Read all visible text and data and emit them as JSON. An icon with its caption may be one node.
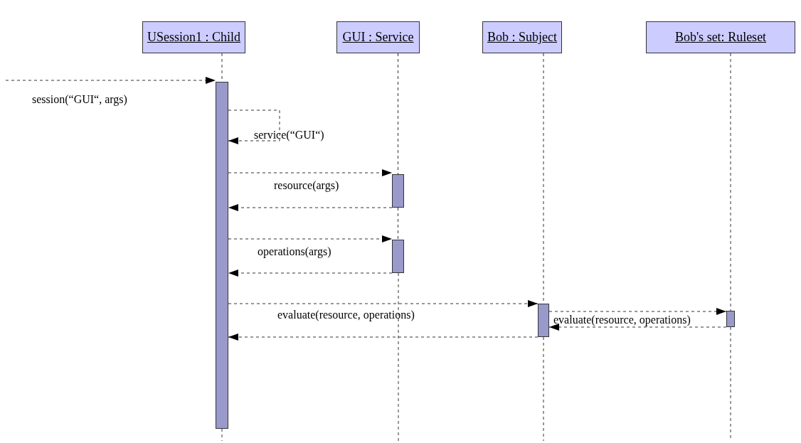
{
  "diagram": {
    "nodes": [
      {
        "text": [
          "USession1 : Child"
        ]
      },
      {
        "text": [
          "GUI : Service"
        ]
      },
      {
        "text": [
          "Bob : Subject"
        ]
      },
      {
        "text": [
          "Bob's set: Ruleset"
        ]
      },
      {
        "text": [],
        "shape": "bar"
      },
      {
        "text": [],
        "shape": "bar"
      },
      {
        "text": [],
        "shape": "bar"
      },
      {
        "text": [],
        "shape": "bar"
      },
      {
        "text": [],
        "shape": "bar"
      }
    ],
    "edges": [
      {
        "from": 0,
        "to": 4,
        "arrow": "none",
        "style": "dashed"
      },
      {
        "from": 1,
        "to": 5,
        "arrow": "none",
        "style": "dashed"
      },
      {
        "from": 2,
        "to": 7,
        "arrow": "none",
        "style": "dashed"
      },
      {
        "from": 3,
        "to": 8,
        "arrow": "none",
        "style": "dashed"
      },
      {
        "from": null,
        "to": 4,
        "arrow": "to",
        "style": "dashed",
        "label": "session(“GUI“, args)"
      },
      {
        "from": 4,
        "to": 4,
        "arrow": "to",
        "style": "dashed",
        "label": "service(“GUI“)"
      },
      {
        "from": 4,
        "to": 5,
        "arrow": "to",
        "style": "dashed",
        "label": "resource(args)"
      },
      {
        "from": 5,
        "to": 4,
        "arrow": "to",
        "style": "dashed"
      },
      {
        "from": 4,
        "to": 6,
        "arrow": "to",
        "style": "dashed",
        "label": "operations(args)"
      },
      {
        "from": 6,
        "to": 4,
        "arrow": "to",
        "style": "dashed"
      },
      {
        "from": 4,
        "to": 7,
        "arrow": "to",
        "style": "dashed",
        "label": "evaluate(resource, operations)"
      },
      {
        "from": 7,
        "to": 8,
        "arrow": "to",
        "style": "dashed",
        "label": "evaluate(resource, operations)"
      },
      {
        "from": 8,
        "to": 7,
        "arrow": "to",
        "style": "dashed"
      },
      {
        "from": 7,
        "to": 4,
        "arrow": "to",
        "style": "dashed"
      },
      {
        "from": 5,
        "to": 6,
        "arrow": "none",
        "style": "dashed"
      }
    ]
  }
}
